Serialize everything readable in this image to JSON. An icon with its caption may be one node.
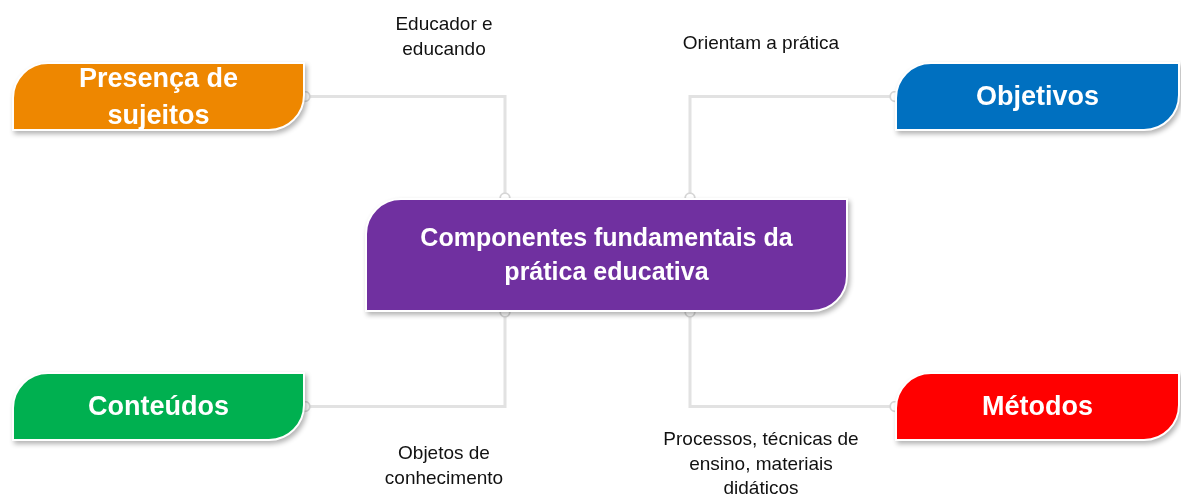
{
  "diagram": {
    "nodes": [
      {
        "text": [
          "Presença de sujeitos"
        ]
      },
      {
        "text": [
          "Objetivos"
        ]
      },
      {
        "text": [
          "Componentes fundamentais da prática educativa"
        ]
      },
      {
        "text": [
          "Conteúdos"
        ]
      },
      {
        "text": [
          "Métodos"
        ]
      }
    ],
    "edges": [
      {
        "from": 0,
        "to": 2,
        "arrow": "other",
        "label": "Educador e educando"
      },
      {
        "from": 1,
        "to": 2,
        "arrow": "other",
        "label": "Orientam a prática"
      },
      {
        "from": 3,
        "to": 2,
        "arrow": "other",
        "label": "Objetos de conhecimento"
      },
      {
        "from": 4,
        "to": 2,
        "arrow": "other",
        "label": "Processos, técnicas de ensino, materiais didáticos"
      }
    ]
  }
}
